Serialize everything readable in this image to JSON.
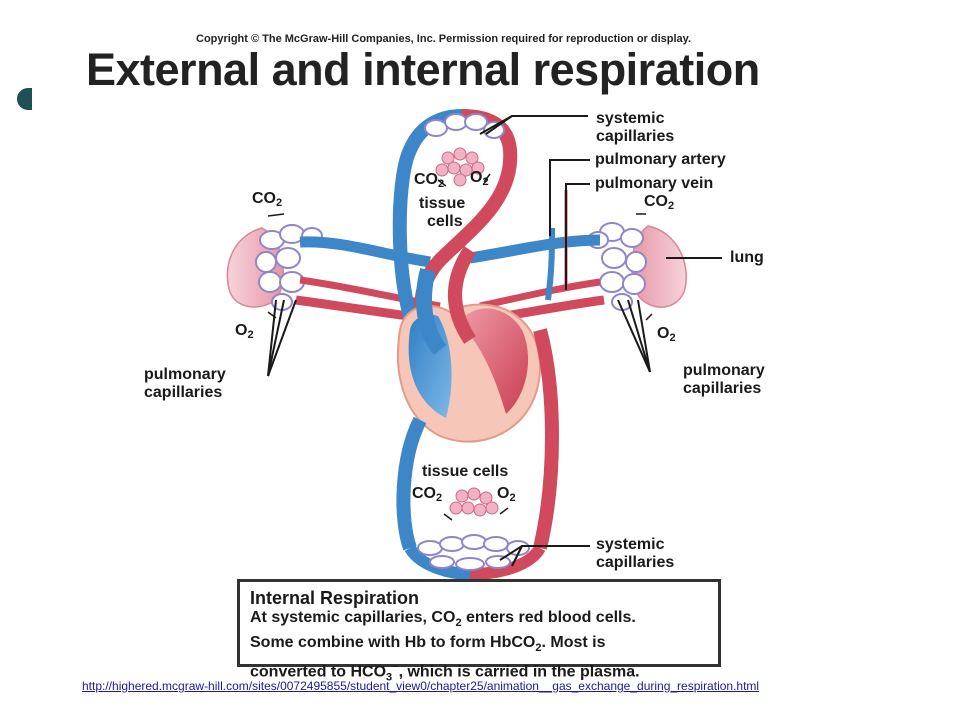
{
  "copyright": "Copyright © The McGraw-Hill Companies, Inc. Permission required for reproduction or display.",
  "title": "External and internal respiration",
  "labels": {
    "systemic_capillaries_top_1": "systemic",
    "systemic_capillaries_top_2": "capillaries",
    "pulmonary_artery": "pulmonary artery",
    "pulmonary_vein": "pulmonary vein",
    "lung": "lung",
    "tissue_cells_top_1": "tissue",
    "tissue_cells_top_2": "cells",
    "pulmonary_capillaries_left_1": "pulmonary",
    "pulmonary_capillaries_left_2": "capillaries",
    "pulmonary_capillaries_right_1": "pulmonary",
    "pulmonary_capillaries_right_2": "capillaries",
    "tissue_cells_bottom": "tissue cells",
    "systemic_capillaries_bottom_1": "systemic",
    "systemic_capillaries_bottom_2": "capillaries"
  },
  "gases": {
    "co2_base": "CO",
    "o2_base": "O",
    "subscript": "2"
  },
  "info_box": {
    "title": "Internal Respiration",
    "line1_a": "At systemic capillaries, CO",
    "line1_sub": "2",
    "line1_b": " enters red blood cells.",
    "line2_a": "Some combine with Hb to form HbCO",
    "line2_sub": "2",
    "line2_b": ". Most is",
    "line3_a": "converted to HCO",
    "line3_sub": "3",
    "line3_sup": "−",
    "line3_b": ", which is carried in the plasma."
  },
  "link_url": "http://highered.mcgraw-hill.com/sites/0072495855/student_view0/chapter25/animation__gas_exchange_during_respiration.html",
  "colors": {
    "oxygenated": "#d0495c",
    "deoxygenated": "#3d86c8",
    "lung_tissue": "#f2b9c2",
    "capillary_net": "#8f86c9",
    "bullet": "#1f5058"
  }
}
